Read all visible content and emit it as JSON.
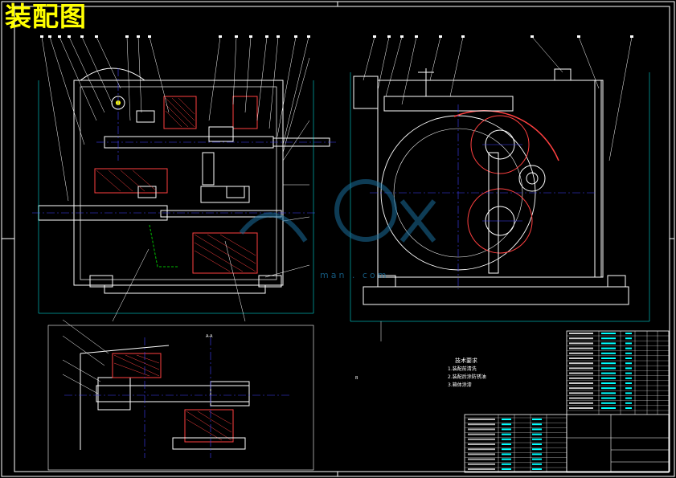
{
  "drawing": {
    "title": "装配图",
    "section_label_left": "A-A",
    "section_label_mid": "B",
    "tech_requirements_title": "技术要求",
    "tech_requirements": [
      "1.装配前清洗",
      "2.装配后涂防锈油",
      "3.箱体涂漆"
    ]
  },
  "watermark": {
    "url": "man . com"
  },
  "colors": {
    "background": "#000000",
    "outline": "#ffffff",
    "center_line": "#4040ff",
    "hatch": "#ff4040",
    "dim_line": "#00ffff",
    "leader": "#ffffff",
    "green_line": "#00c000",
    "title_text": "#ffff00",
    "watermark": "#1a6e9c"
  }
}
